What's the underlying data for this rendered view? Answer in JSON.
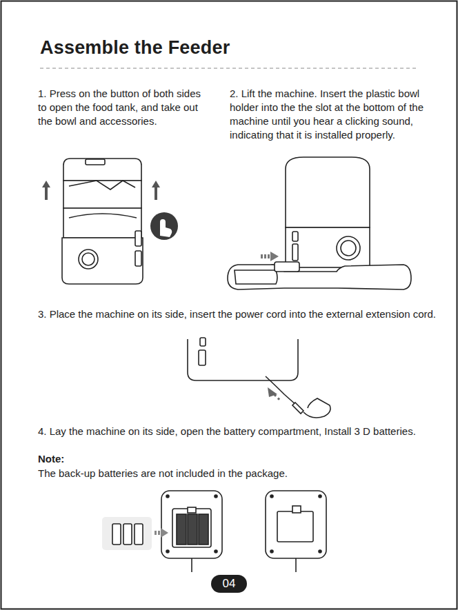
{
  "diagram": {
    "title": "Assemble the Feeder",
    "nodes": [
      {
        "text": [
          "04"
        ]
      }
    ],
    "labels": [
      "1. Press on the button of both sides to open the food tank, and take out the bowl and accessories.",
      "2. Lift the machine. Insert the plastic bowl holder into the the slot at the bottom of the machine until you hear a clicking sound, indicating that it is installed properly.",
      "3. Place the machine on its side, insert the power cord into the external extension cord.",
      "4. Lay the machine on its side, open the battery compartment, Install 3 D batteries.",
      "Note:",
      "The back-up batteries are not included in the package."
    ]
  }
}
